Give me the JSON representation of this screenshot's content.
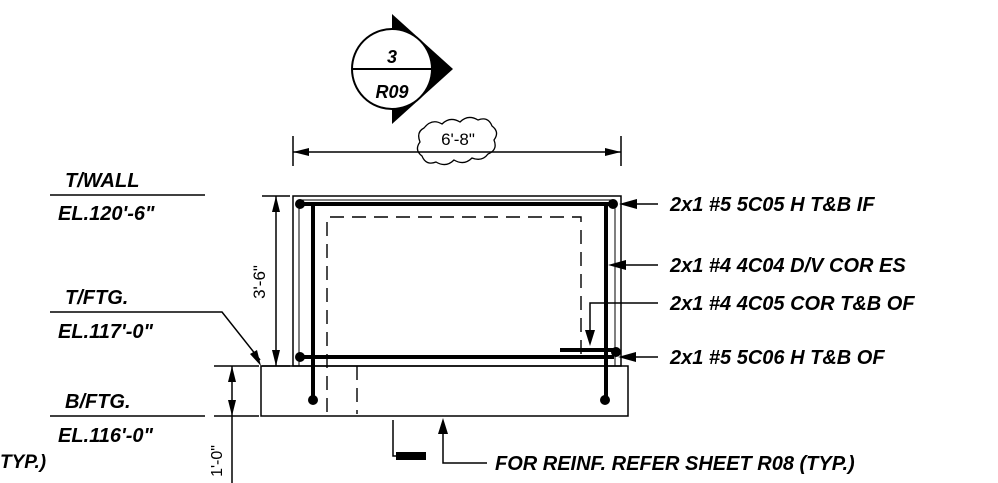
{
  "section_marker": {
    "number": "3",
    "sheet": "R09"
  },
  "dimensions": {
    "width": "6'-8\"",
    "wall_height": "3'-6\"",
    "footing_depth": "1'-0\""
  },
  "elevations": {
    "top_of_wall": {
      "label": "T/WALL",
      "value": "EL.120'-6\""
    },
    "top_of_footing": {
      "label": "T/FTG.",
      "value": "EL.117'-0\""
    },
    "bottom_of_footing": {
      "label": "B/FTG.",
      "value": "EL.116'-0\""
    }
  },
  "rebar_callouts": {
    "top_horizontal": "2x1 #5 5C05  H T&B IF",
    "vertical": "2x1 #4 4C04  D/V COR ES",
    "corner": "2x1 #4 4C05  COR T&B OF",
    "bottom_horizontal": "2x1 #5 5C06  H T&B OF"
  },
  "notes": {
    "footing_reinf": "FOR REINF. REFER SHEET R08 (TYP.)",
    "left_cut": "TYP.)"
  }
}
